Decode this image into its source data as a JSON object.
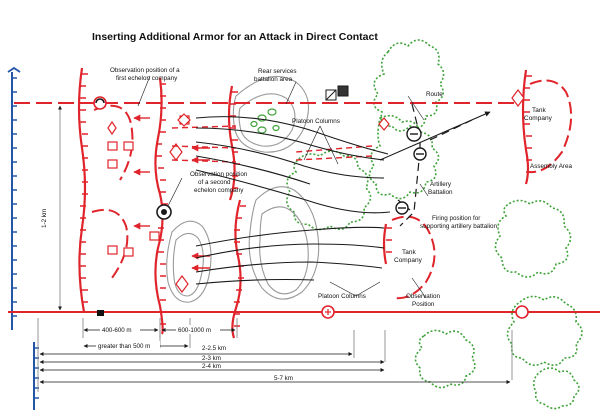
{
  "title": "Inserting Additional Armor for an Attack in Direct Contact",
  "labels": {
    "obs_first_l1": "Observation position of a",
    "obs_first_l2": "first echelon company",
    "rear_l1": "Rear services",
    "rear_l2": "battalion area",
    "platoon_columns_top": "Platoon Columns",
    "obs_second_l1": "Observation position",
    "obs_second_l2": "of a second",
    "obs_second_l3": "echelon company",
    "route": "Route",
    "tank_company_right_l1": "Tank",
    "tank_company_right_l2": "Company",
    "assembly_area": "Assembly Area",
    "artillery_l1": "Artillery",
    "artillery_l2": "Battalion",
    "firing_l1": "Firing position for",
    "firing_l2": "supporting artillery battalion",
    "tank_company_center_l1": "Tank",
    "tank_company_center_l2": "Company",
    "platoon_columns_bottom": "Platoon Columns",
    "observation_position_l1": "Observation",
    "observation_position_l2": "Position",
    "vertical_range": "1-2 km"
  },
  "distances": {
    "d_400_600": "400-600 m",
    "d_600_1000": "600-1000 m",
    "d_greater_500": "greater than 500 m",
    "d_2_25": "2-2.5 km",
    "d_2_3": "2-3 km",
    "d_2_4": "2-4 km",
    "d_5_7": "5-7 km"
  },
  "colors": {
    "unit_red": "#e0242b",
    "enemy_blue": "#2356a8",
    "vegetation_green": "#3fa33a",
    "route_black": "#1a1a1a",
    "area_grey": "#9a9a9a"
  }
}
